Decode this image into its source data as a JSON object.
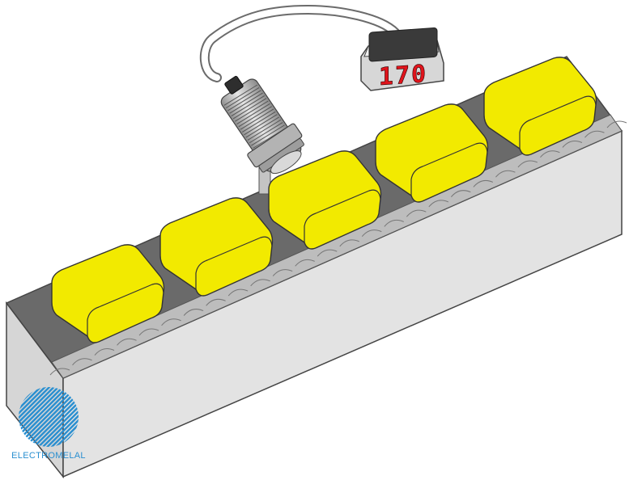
{
  "display": {
    "counter_value": "170",
    "digit_color": "#e0141c",
    "screen_color": "#3a3a3a",
    "housing_color": "#c7c7c7"
  },
  "conveyor": {
    "body_side_color": "#e3e3e3",
    "belt_color": "#6a6a6a",
    "rollers_color": "#c9c9c9"
  },
  "items": {
    "count": 5,
    "color": "#f2ea00"
  },
  "sensor": {
    "type_icon": "cylindrical-proximity-sensor-icon",
    "body_color": "#b5b5b5"
  },
  "logo": {
    "text": "ELECTROMELAL",
    "color": "#2a8fd0",
    "icon": "globe-stripes-icon"
  }
}
